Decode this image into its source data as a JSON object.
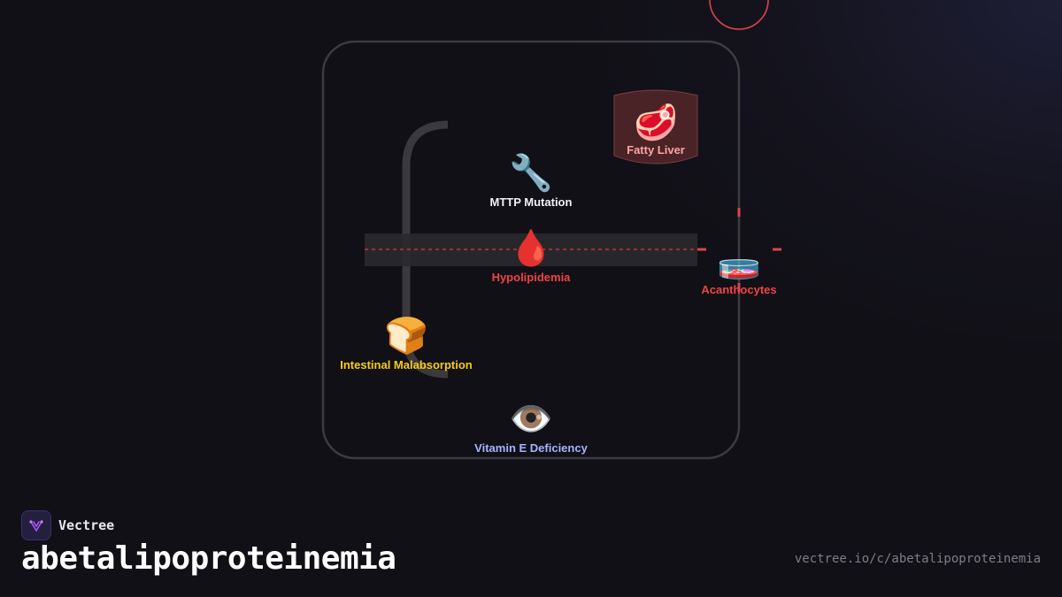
{
  "diagram": {
    "nodes": {
      "mttp": {
        "emoji": "🔧",
        "label": "MTTP Mutation"
      },
      "hypo": {
        "emoji": "🩸",
        "label": "Hypolipidemia"
      },
      "fatty": {
        "emoji": "🥩",
        "label": "Fatty Liver"
      },
      "acanth": {
        "emoji": "🧫",
        "label": "Acanthocytes"
      },
      "malabs": {
        "emoji": "🍞",
        "label": "Intestinal Malabsorption"
      },
      "vitE": {
        "emoji": "👁️",
        "label": "Vitamin E Deficiency"
      }
    }
  },
  "colors": {
    "mttp": "#f2f2f5",
    "hypo": "#ef4444",
    "fatty": "#fca5a5",
    "acanth": "#ef4444",
    "malabs": "#facc15",
    "vitE": "#a5b4fc"
  },
  "brand": {
    "name": "Vectree"
  },
  "footer": {
    "title": "abetalipoproteinemia",
    "url": "vectree.io/c/abetalipoproteinemia"
  }
}
